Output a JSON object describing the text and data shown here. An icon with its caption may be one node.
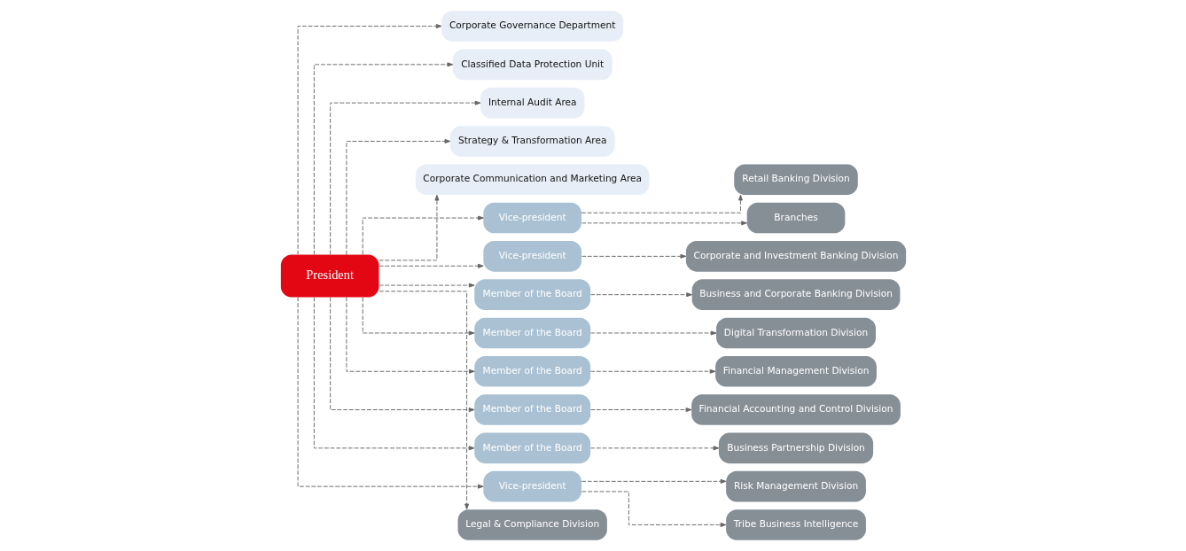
{
  "diagram": {
    "nodes": [
      {
        "text": [
          "President"
        ]
      },
      {
        "text": [
          "Corporate Governance Department"
        ]
      },
      {
        "text": [
          "Classified Data Protection Unit"
        ]
      },
      {
        "text": [
          "Internal Audit Area"
        ]
      },
      {
        "text": [
          "Strategy & Transformation Area"
        ]
      },
      {
        "text": [
          "Corporate Communication and Marketing Area"
        ]
      },
      {
        "text": [
          "Vice-president"
        ]
      },
      {
        "text": [
          "Retail Banking Division"
        ]
      },
      {
        "text": [
          "Branches"
        ]
      },
      {
        "text": [
          "Vice-president"
        ]
      },
      {
        "text": [
          "Corporate and Investment Banking Division"
        ]
      },
      {
        "text": [
          "Member of the Board"
        ]
      },
      {
        "text": [
          "Business and Corporate Banking Division"
        ]
      },
      {
        "text": [
          "Member of the Board"
        ]
      },
      {
        "text": [
          "Digital Transformation Division"
        ]
      },
      {
        "text": [
          "Member of the Board"
        ]
      },
      {
        "text": [
          "Financial Management Division"
        ]
      },
      {
        "text": [
          "Member of the Board"
        ]
      },
      {
        "text": [
          "Financial Accounting and Control Division"
        ]
      },
      {
        "text": [
          "Member of the Board"
        ]
      },
      {
        "text": [
          "Business Partnership Division"
        ]
      },
      {
        "text": [
          "Vice-president"
        ]
      },
      {
        "text": [
          "Risk Management Division"
        ]
      },
      {
        "text": [
          "Tribe Business Intelligence"
        ]
      },
      {
        "text": [
          "Legal & Compliance Division"
        ]
      }
    ],
    "edges": [
      {
        "from": 0,
        "to": 1,
        "arrow": "to",
        "style": "dashed"
      },
      {
        "from": 0,
        "to": 3,
        "arrow": "to",
        "style": "dashed"
      },
      {
        "from": 0,
        "to": 2,
        "arrow": "to",
        "style": "dashed"
      },
      {
        "from": 0,
        "to": 4,
        "arrow": "to",
        "style": "dashed"
      },
      {
        "from": 0,
        "to": 5,
        "arrow": "to",
        "style": "dashed"
      },
      {
        "from": 0,
        "to": 6,
        "arrow": "to",
        "style": "dashed"
      },
      {
        "from": 6,
        "to": 7,
        "arrow": "to",
        "style": "dashed"
      },
      {
        "from": 6,
        "to": 8,
        "arrow": "to",
        "style": "dashed"
      },
      {
        "from": 0,
        "to": 9,
        "arrow": "to",
        "style": "dashed"
      },
      {
        "from": 9,
        "to": 10,
        "arrow": "to",
        "style": "dashed"
      },
      {
        "from": 0,
        "to": 11,
        "arrow": "to",
        "style": "dashed"
      },
      {
        "from": 11,
        "to": 12,
        "arrow": "to",
        "style": "dashed"
      },
      {
        "from": 0,
        "to": 13,
        "arrow": "to",
        "style": "dashed"
      },
      {
        "from": 13,
        "to": 14,
        "arrow": "to",
        "style": "dashed"
      },
      {
        "from": 0,
        "to": 15,
        "arrow": "to",
        "style": "dashed"
      },
      {
        "from": 15,
        "to": 16,
        "arrow": "to",
        "style": "dashed"
      },
      {
        "from": 0,
        "to": 17,
        "arrow": "to",
        "style": "dashed"
      },
      {
        "from": 17,
        "to": 18,
        "arrow": "to",
        "style": "dashed"
      },
      {
        "from": 0,
        "to": 19,
        "arrow": "to",
        "style": "dashed"
      },
      {
        "from": 19,
        "to": 20,
        "arrow": "to",
        "style": "dashed"
      },
      {
        "from": 0,
        "to": 21,
        "arrow": "to",
        "style": "dashed"
      },
      {
        "from": 21,
        "to": 22,
        "arrow": "to",
        "style": "dashed"
      },
      {
        "from": 21,
        "to": 23,
        "arrow": "to",
        "style": "dashed"
      },
      {
        "from": 0,
        "to": 24,
        "arrow": "to",
        "style": "dashed"
      }
    ]
  }
}
